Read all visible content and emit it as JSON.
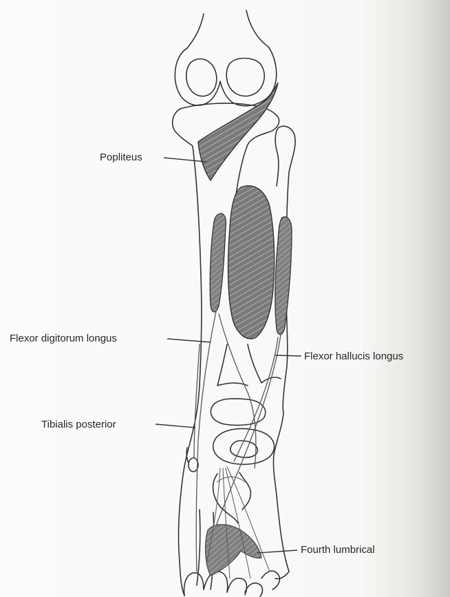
{
  "labels": {
    "popliteus": "Popliteus",
    "flexor_digitorum_longus": "Flexor digitorum longus",
    "flexor_hallucis_longus": "Flexor hallucis longus",
    "tibialis_posterior": "Tibialis posterior",
    "fourth_lumbrical": "Fourth lumbrical"
  },
  "colors": {
    "outline": "#333333",
    "muscle_fill": "#7a7a7a",
    "background": "#f9f9f7",
    "page_shadow": "#c9c9c6"
  }
}
